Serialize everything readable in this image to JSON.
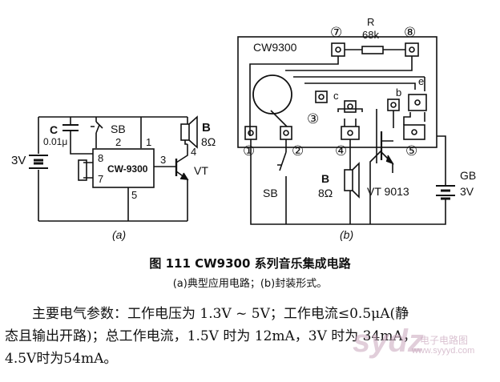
{
  "circuit_a": {
    "capacitor_label": "C",
    "capacitor_value": "0.01μ",
    "switch_label": "SB",
    "supply_label": "3V",
    "ic_label": "CW-9300",
    "pins": [
      "2",
      "1",
      "8",
      "7",
      "3",
      "4",
      "5"
    ],
    "speaker_label": "B",
    "speaker_value": "8Ω",
    "transistor_label": "VT",
    "sub_label": "(a)"
  },
  "circuit_b": {
    "chip_label": "CW9300",
    "resistor_label": "R",
    "resistor_value": "68k",
    "pads": [
      "①",
      "②",
      "③",
      "④",
      "⑤",
      "⑦",
      "⑧"
    ],
    "terminals": [
      "c",
      "b",
      "e"
    ],
    "switch_label": "SB",
    "speaker_label": "B",
    "speaker_value": "8Ω",
    "transistor_label": "VT 9013",
    "battery_label": "GB",
    "battery_value": "3V",
    "sub_label": "(b)"
  },
  "caption": {
    "title": "图 111   CW9300 系列音乐集成电路",
    "subtitle": "(a)典型应用电路；(b)封装形式。"
  },
  "body_text": {
    "line1": "主要电气参数：工作电压为 1.3V ~ 5V；工作电流≤0.5μA(静",
    "line2": "态且输出开路)；总工作电流，1.5V 时为 12mA，3V 时为 34mA，",
    "line3": "4.5V时为54mA。"
  },
  "watermark": {
    "logo": "sydz",
    "site": "www.syyyd.com",
    "name": "电子电路图"
  },
  "colors": {
    "ink": "#111111",
    "watermark": "#c9a7bd"
  }
}
